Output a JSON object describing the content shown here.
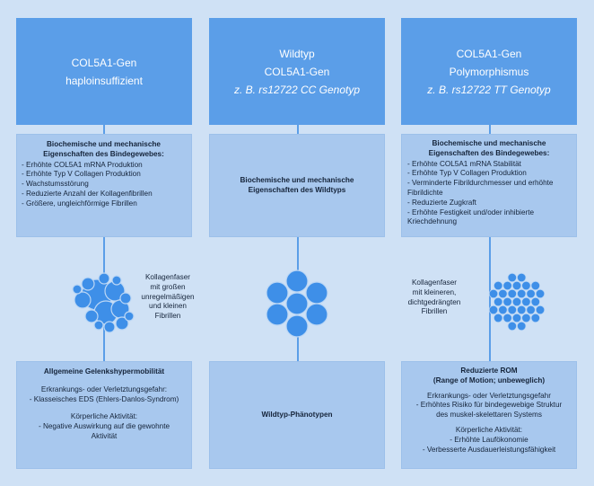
{
  "columns": [
    {
      "header": {
        "lines": [
          "COL5A1-Gen",
          "haploinsuffizient"
        ],
        "subline": ""
      },
      "properties": {
        "title": "Biochemische und mechanische Eigenschaften des Bindegewebes:",
        "items": [
          "- Erhöhte COL5A1 mRNA Produktion",
          "- Erhöhte Typ V Collagen Produktion",
          "- Wachstumsstörung",
          "- Reduzierte Anzahl der Kollagenfibrillen",
          "- Größere, ungleichförmige Fibrillen"
        ]
      },
      "fibril_label": [
        "Kollagenfaser",
        "mit großen",
        "unregelmäßigen",
        "und kleinen",
        "Fibrillen"
      ],
      "outcome": {
        "title": "Allgemeine Gelenkshypermobilität",
        "risk_title": "Erkrankungs- oder Verletztungsgefahr:",
        "risk_items": [
          "- Klasseisches EDS (Ehlers-Danlos-Syndrom)"
        ],
        "activity_title": "Körperliche Aktivität:",
        "activity_items": [
          "- Negative Auswirkung auf die gewohnte",
          "Aktivität"
        ]
      }
    },
    {
      "header": {
        "lines": [
          "Wildtyp",
          "COL5A1-Gen"
        ],
        "subline": "z. B. rs12722 CC Genotyp"
      },
      "properties": {
        "title": "Biochemische und mechanische Eigenschaften des Wildtyps"
      },
      "outcome": {
        "title": "Wildtyp-Phänotypen"
      }
    },
    {
      "header": {
        "lines": [
          "COL5A1-Gen",
          "Polymorphismus"
        ],
        "subline": "z. B. rs12722 TT Genotyp"
      },
      "properties": {
        "title": "Biochemische und mechanische Eigenschaften des Bindegewebes:",
        "items": [
          "- Erhöhte COL5A1 mRNA Stabilität",
          "- Erhöhte Typ V Collagen Produktion",
          "- Verminderte Fibrildurchmesser und erhöhte Fibrildichte",
          "- Reduzierte Zugkraft",
          "- Erhöhte Festigkeit und/oder inhibierte Kriechdehnung"
        ]
      },
      "fibril_label": [
        "Kollagenfaser",
        "mit kleineren,",
        "dichtgedrängten",
        "Fibrillen"
      ],
      "outcome": {
        "title": "Reduzierte ROM",
        "title2": "(Range of Motion; unbeweglich)",
        "risk_title": "Erkrankungs- oder Verletztungsgefahr",
        "risk_items": [
          "- Erhöhtes Risiko für bindegewebige Struktur",
          "des muskel-skelettaren Systems"
        ],
        "activity_title": "Körperliche Aktivität:",
        "activity_items": [
          "- Erhöhte Laufökonomie",
          "- Verbesserte Ausdauerleistungsfähigkeit"
        ]
      }
    }
  ],
  "colors": {
    "background": "#cfe1f5",
    "header": "#5b9ee8",
    "box": "#a8c8ee",
    "fibril": "#3e8fe8"
  }
}
